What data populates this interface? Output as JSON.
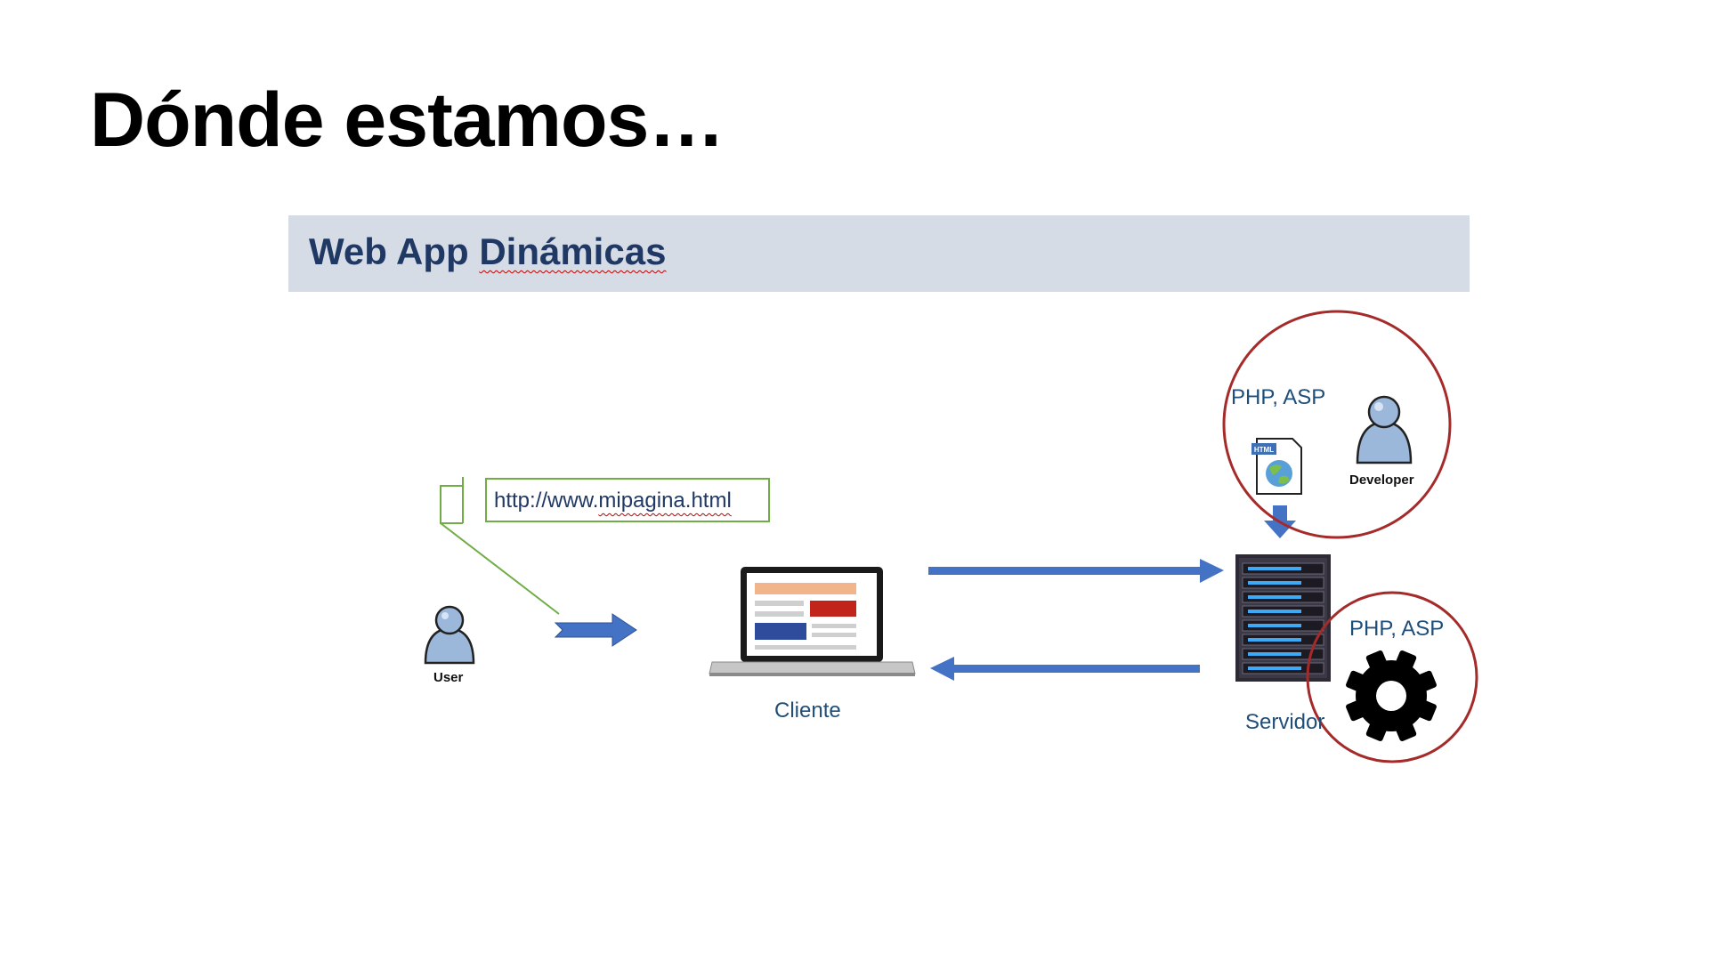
{
  "slide": {
    "title": "Dónde estamos…"
  },
  "banner": {
    "title_part1": "Web App ",
    "title_part2": "Dinámicas"
  },
  "diagram": {
    "url_part1": "http://www.",
    "url_part2": "mipagina.html",
    "user_label": "User",
    "client_label": "Cliente",
    "server_label": "Servidor",
    "developer_label": "Developer",
    "dev_tech_label": "PHP, ASP",
    "server_tech_label": "PHP, ASP",
    "html_badge": "HTML",
    "colors": {
      "arrow": "#4472c4",
      "circle": "#a52a2a",
      "callout_line": "#70ad47",
      "banner_bg": "#d6dce5",
      "banner_text": "#1f3864"
    },
    "icons": [
      "user-icon",
      "laptop-icon",
      "server-icon",
      "developer-icon",
      "html-file-icon",
      "gear-icon"
    ]
  }
}
